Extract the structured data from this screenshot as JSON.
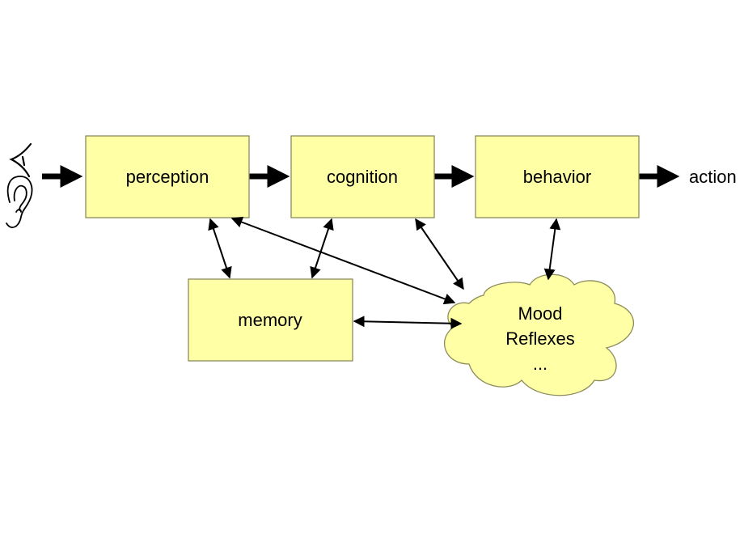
{
  "colors": {
    "box_fill": "#ffffa6",
    "box_stroke": "#8c8c5a",
    "arrow": "#000000",
    "background": "#ffffff"
  },
  "nodes": {
    "perception": "perception",
    "cognition": "cognition",
    "behavior": "behavior",
    "memory": "memory",
    "cloud_line1": "Mood",
    "cloud_line2": "Reflexes",
    "cloud_line3": "..."
  },
  "output_label": "action",
  "icons": {
    "input_eye": "eye-icon",
    "input_ear": "ear-icon"
  }
}
